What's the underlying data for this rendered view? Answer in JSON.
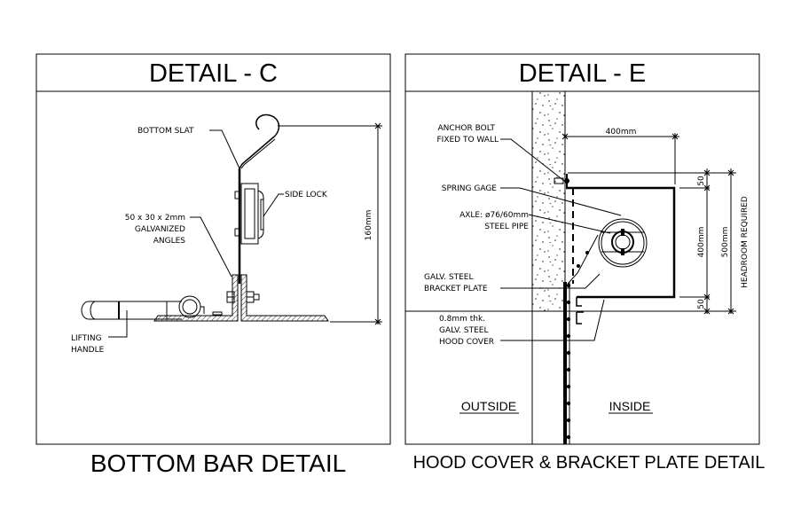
{
  "panels": {
    "left": {
      "title": "DETAIL - C",
      "caption": "BOTTOM BAR DETAIL",
      "labels": {
        "bottom_slat": "BOTTOM SLAT",
        "side_lock": "SIDE LOCK",
        "angles_line1": "50 x 30 x 2mm",
        "angles_line2": "GALVANIZED",
        "angles_line3": "ANGLES",
        "lifting_line1": "LIFTING",
        "lifting_line2": "HANDLE",
        "dim_height": "160mm"
      }
    },
    "right": {
      "title": "DETAIL - E",
      "caption": "HOOD COVER & BRACKET PLATE DETAIL",
      "labels": {
        "anchor_line1": "ANCHOR BOLT",
        "anchor_line2": "FIXED TO WALL",
        "spring_gage": "SPRING GAGE",
        "axle_line1": "AXLE: ø76/60mm",
        "axle_line2": "STEEL PIPE",
        "bracket_line1": "GALV. STEEL",
        "bracket_line2": "BRACKET PLATE",
        "hood_line1": "0.8mm thk.",
        "hood_line2": "GALV. STEEL",
        "hood_line3": "HOOD COVER",
        "outside": "OUTSIDE",
        "inside": "INSIDE",
        "dim_width": "400mm",
        "dim_top": "50",
        "dim_mid": "400mm",
        "dim_bottom": "50",
        "dim_total": "500mm",
        "headroom": "HEADROOM REQUIRED"
      }
    }
  }
}
